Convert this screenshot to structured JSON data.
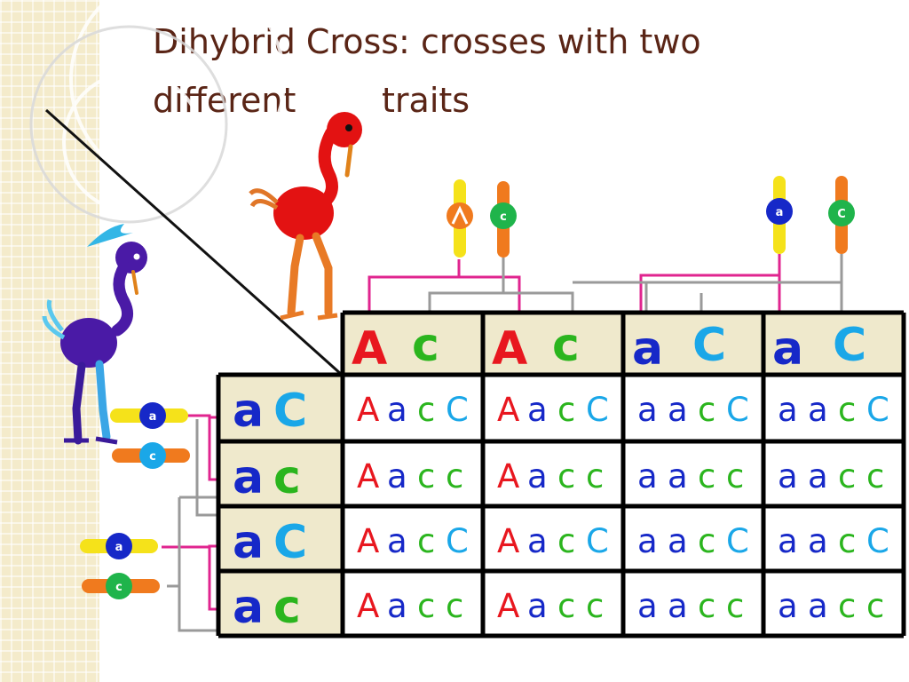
{
  "slide": {
    "title_line1": "Dihybrid Cross: crosses with two",
    "title_line2": "different        traits"
  },
  "colors": {
    "title": "#5a2516",
    "dominant_A": "#e8171f",
    "recessive_a": "#1628c8",
    "dominant_C": "#1aa7e8",
    "recessive_c": "#2bb51e",
    "header_bg": "#efe9cc",
    "connector_pink": "#e0258f",
    "connector_gray": "#9a9a9a"
  },
  "punnett": {
    "column_headers": [
      {
        "allele1": "A",
        "allele2": "c"
      },
      {
        "allele1": "A",
        "allele2": "c"
      },
      {
        "allele1": "a",
        "allele2": "C"
      },
      {
        "allele1": "a",
        "allele2": "C"
      }
    ],
    "row_headers": [
      {
        "allele1": "a",
        "allele2": "C"
      },
      {
        "allele1": "a",
        "allele2": "c"
      },
      {
        "allele1": "a",
        "allele2": "C"
      },
      {
        "allele1": "a",
        "allele2": "c"
      }
    ],
    "cells": [
      [
        "AacC",
        "AacC",
        "aacC",
        "aacC"
      ],
      [
        "Aacc",
        "Aacc",
        "aacc",
        "aacc"
      ],
      [
        "AacC",
        "AacC",
        "aacC",
        "aacC"
      ],
      [
        "Aacc",
        "Aacc",
        "aacc",
        "aacc"
      ]
    ]
  },
  "chromosomes": {
    "red_bird": [
      "A",
      "c"
    ],
    "blue_bird": [
      "a",
      "c"
    ],
    "top_right": [
      "a",
      "C"
    ],
    "left_bottom": [
      "a",
      "c"
    ]
  },
  "icons": {
    "red_parent": "red-flamingo-icon",
    "purple_parent": "purple-flamingo-icon",
    "chromosome": "chromosome-icon"
  }
}
